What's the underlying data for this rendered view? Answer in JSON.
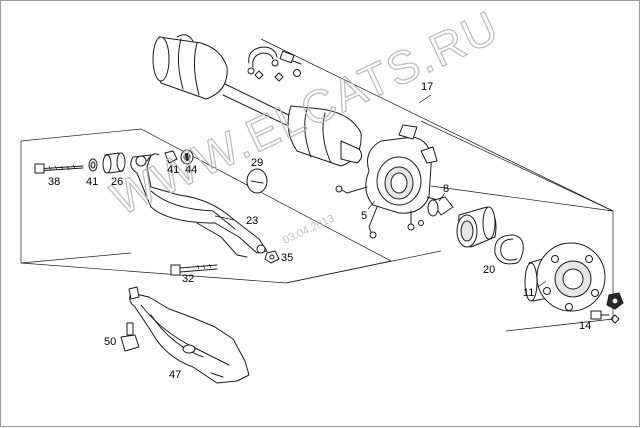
{
  "diagram": {
    "callouts": {
      "c38": "38",
      "c41a": "41",
      "c26": "26",
      "c41b": "41",
      "c44": "44",
      "c29": "29",
      "c23": "23",
      "c35": "35",
      "c32": "32",
      "c17": "17",
      "c8": "8",
      "c5": "5",
      "c20": "20",
      "c11": "11",
      "c14": "14",
      "c50": "50",
      "c47": "47"
    },
    "watermark": {
      "text": "WWW.ELCATS.RU",
      "date": "03.04.2013"
    },
    "colors": {
      "ink": "#1a1a1a",
      "watermark": "#b9b9b9",
      "paper": "#ffffff"
    }
  }
}
